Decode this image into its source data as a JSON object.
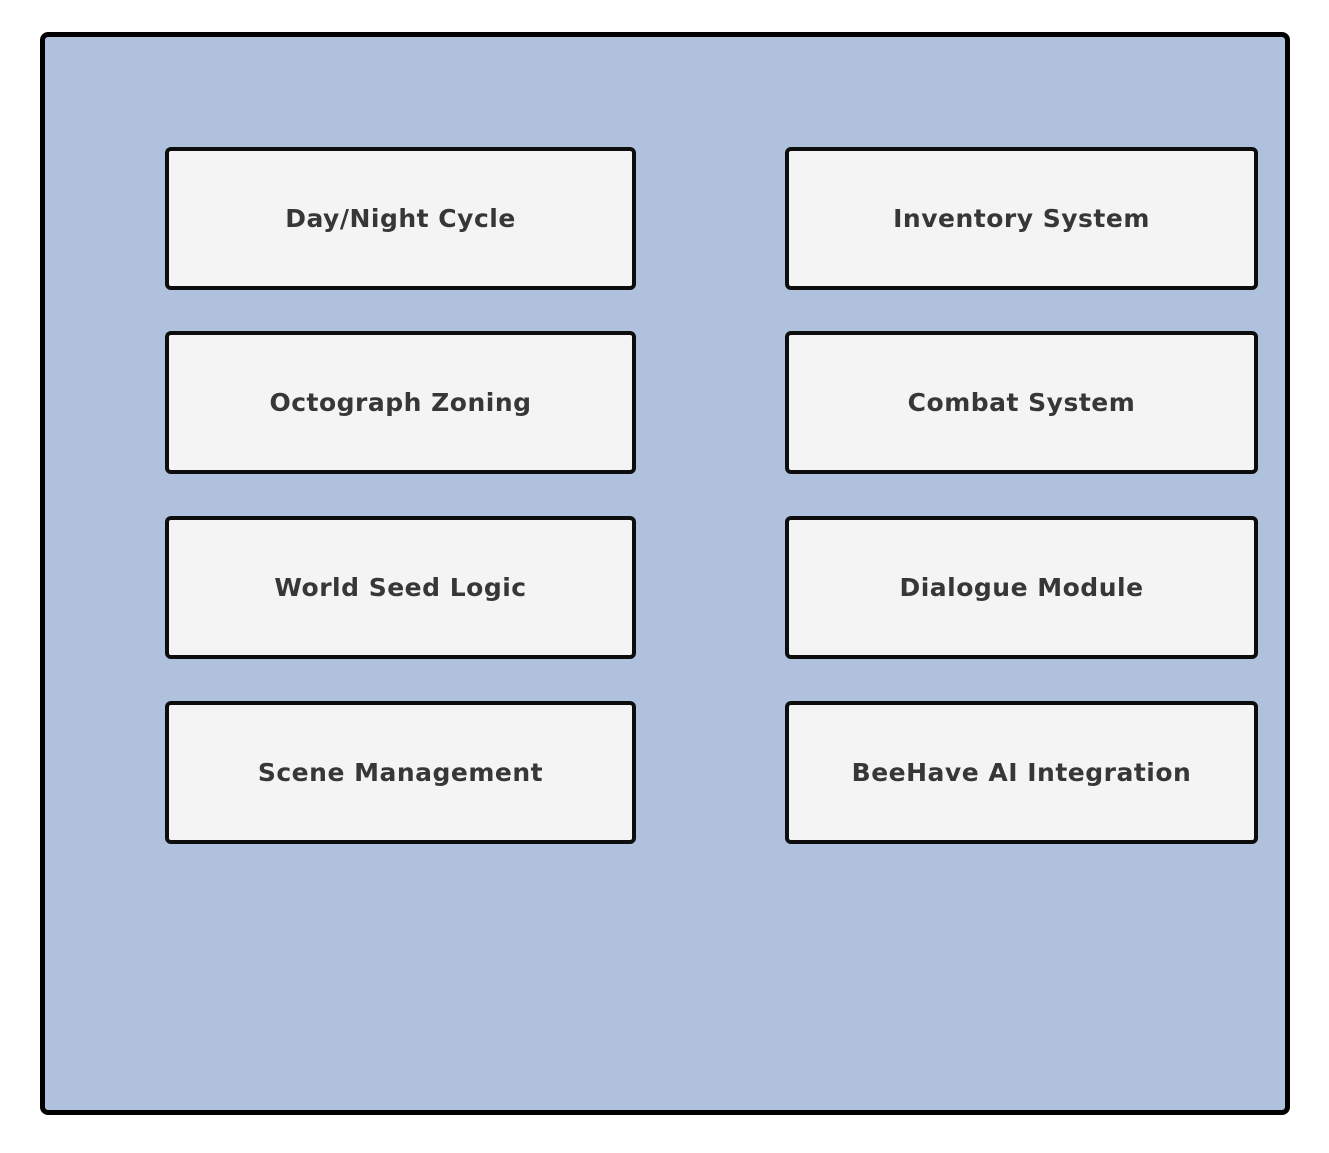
{
  "diagram": {
    "title": "",
    "panel_background_color": "#b0c1dd",
    "box_background_color": "#f4f4f4",
    "border_color": "#000000",
    "text_color": "#373737",
    "columns": 2,
    "rows": 4,
    "modules": [
      {
        "label": "Day/Night Cycle",
        "column": "left",
        "row": 0
      },
      {
        "label": "Inventory System",
        "column": "right",
        "row": 0
      },
      {
        "label": "Octograph Zoning",
        "column": "left",
        "row": 1
      },
      {
        "label": "Combat System",
        "column": "right",
        "row": 1
      },
      {
        "label": "World Seed Logic",
        "column": "left",
        "row": 2
      },
      {
        "label": "Dialogue Module",
        "column": "right",
        "row": 2
      },
      {
        "label": "Scene Management",
        "column": "left",
        "row": 3
      },
      {
        "label": "BeeHave AI Integration",
        "column": "right",
        "row": 3
      }
    ]
  }
}
